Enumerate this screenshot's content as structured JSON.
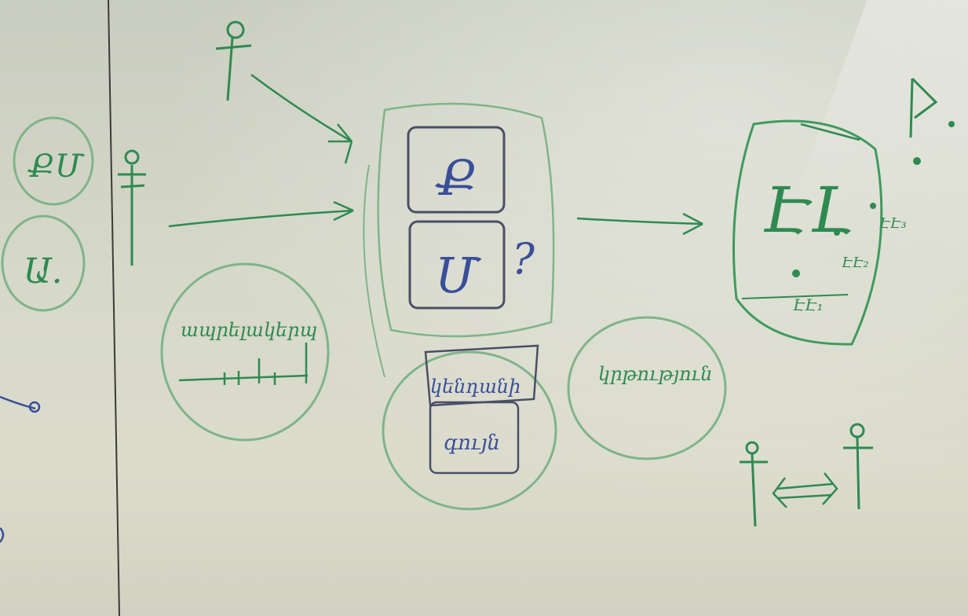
{
  "labels": {
    "circle_top_left": "ՔՄ",
    "circle_mid_left": "Ա.",
    "timeline_circle": "ապրելակերպ",
    "center_box_top": "Ք",
    "center_box_bottom": "Մ",
    "question": "?",
    "under_box_label": "կենդանի",
    "under_box_inner": "գույն",
    "right_circle_label": "կրթություն",
    "right_region_symbol": "ԷԼ",
    "right_sub_1": "ԷԷ₁",
    "right_sub_2": "ԷԷ₂",
    "right_sub_3": "ԷԷ₃"
  },
  "colors": {
    "green_marker": "#3f9a5e",
    "blue_marker": "#3a4f9a",
    "board": "#d6d8c9"
  }
}
